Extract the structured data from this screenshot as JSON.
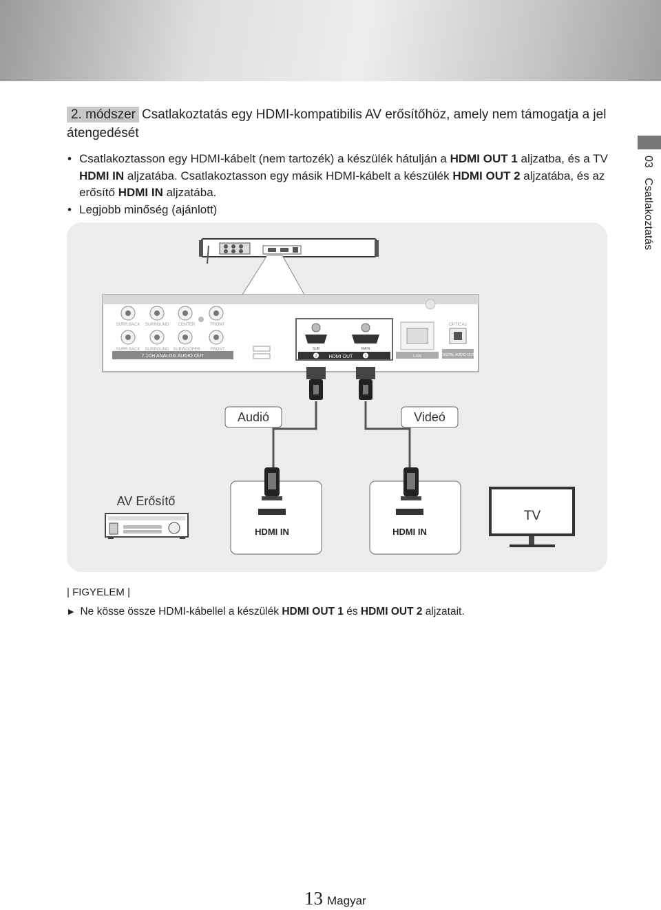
{
  "heading": {
    "tag": "2. módszer",
    "text": "Csatlakoztatás egy HDMI-kompatibilis AV erősítőhöz, amely nem támogatja a jel átengedését"
  },
  "bullets": {
    "b1": {
      "p1": "Csatlakoztasson egy HDMI-kábelt (nem tartozék) a készülék hátulján a ",
      "b1": "HDMI OUT 1",
      "p2": " aljzatba, és a TV ",
      "b2": "HDMI IN",
      "p3": " aljzatába. Csatlakoztasson egy másik HDMI-kábelt a készülék ",
      "b3": "HDMI OUT 2",
      "p4": " aljzatába, és az erősítő ",
      "b4": "HDMI IN",
      "p5": " aljzatába."
    },
    "b2": "Legjobb minőség (ajánlott)"
  },
  "sidebar": {
    "chapter": "03",
    "title": "Csatlakoztatás"
  },
  "diagram": {
    "panel_labels": {
      "surr_back_l": "SURR.BACK",
      "surround_l": "SURROUND",
      "center": "CENTER",
      "front_l": "FRONT",
      "surr_back_r": "SURR.BACK",
      "surround_r": "SURROUND",
      "subwoofer": "SUBWOOFER",
      "front_r": "FRONT",
      "analog_out": "7.1CH ANALOG AUDIO OUT",
      "sub_port": "SUB",
      "main_port": "MAIN",
      "hdmi_out": "HDMI OUT",
      "lan": "LAN",
      "optical": "OPTICAL",
      "digital_out": "DIGITAL AUDIO OUT",
      "port_2": "2",
      "port_1": "1"
    },
    "audio_label": "Audió",
    "video_label": "Videó",
    "amp_label": "AV Erősítő",
    "hdmi_in_1": "HDMI IN",
    "hdmi_in_2": "HDMI IN",
    "tv_label": "TV"
  },
  "note": {
    "title": "| FIGYELEM |",
    "p1": "Ne kösse össze HDMI-kábellel a készülék ",
    "b1": "HDMI OUT 1",
    "p2": " és ",
    "b2": "HDMI OUT 2",
    "p3": " aljzatait."
  },
  "footer": {
    "page": "13",
    "lang": "Magyar"
  }
}
